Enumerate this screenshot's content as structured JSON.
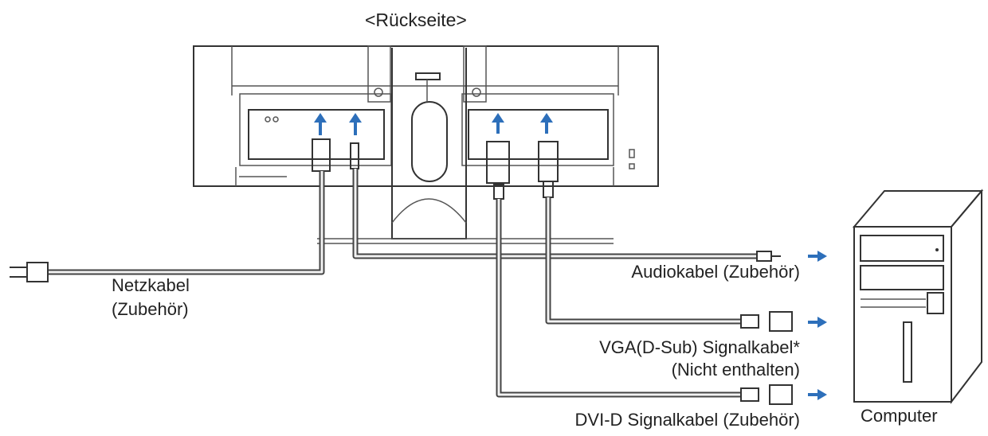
{
  "title": "<Rückseite>",
  "labels": {
    "power_cable": [
      "Netzkabel",
      "(Zubehör)"
    ],
    "audio_cable": "Audiokabel (Zubehör)",
    "vga_cable": [
      "VGA(D-Sub) Signalkabel*",
      "(Nicht enthalten)"
    ],
    "dvi_cable": "DVI-D Signalkabel (Zubehör)",
    "computer": "Computer"
  },
  "colors": {
    "arrow": "#2d6fba",
    "line": "#333333"
  }
}
